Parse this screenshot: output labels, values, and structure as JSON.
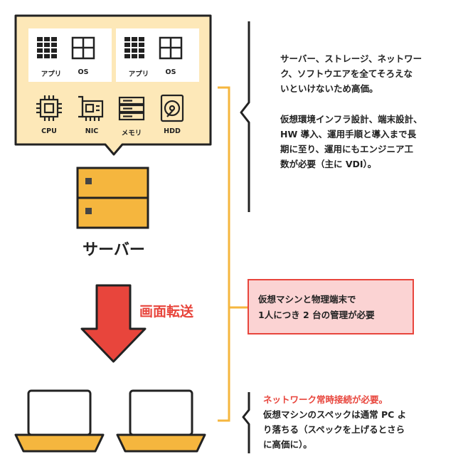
{
  "vm_panels": [
    {
      "app_label": "アプリ",
      "os_label": "OS"
    },
    {
      "app_label": "アプリ",
      "os_label": "OS"
    }
  ],
  "hardware": [
    {
      "label": "CPU",
      "icon": "cpu-icon"
    },
    {
      "label": "NIC",
      "icon": "nic-icon"
    },
    {
      "label": "メモリ",
      "icon": "memory-icon"
    },
    {
      "label": "HDD",
      "icon": "hdd-icon"
    }
  ],
  "server_label": "サーバー",
  "transfer_label": "画面転送",
  "notes": {
    "server_lines": [
      "サーバー、ストレージ、ネットワー",
      "ク、ソフトウエアを全てそろえな",
      "いといけないため高価。"
    ],
    "design_lines": [
      "仮想環境インフラ設計、端末設計、",
      "HW 導入、運用手順と導入まで長",
      "期に至り、運用にもエンジニア工",
      "数が必要（主に VDI）。"
    ],
    "highlight_lines": [
      "仮想マシンと物理端末で",
      "1人につき 2 台の管理が必要"
    ],
    "client_warning": "ネットワーク常時接続が必要。",
    "client_lines": [
      "仮想マシンのスペックは通常 PC よ",
      "り落ちる（スペックを上げるとさら",
      "に高価に）。"
    ]
  },
  "colors": {
    "accent_yellow": "#f5b63e",
    "panel_fill": "#fde8b8",
    "alert_red": "#e8453c",
    "highlight_fill": "#fbd3d3",
    "warning_text": "#e8453c"
  }
}
